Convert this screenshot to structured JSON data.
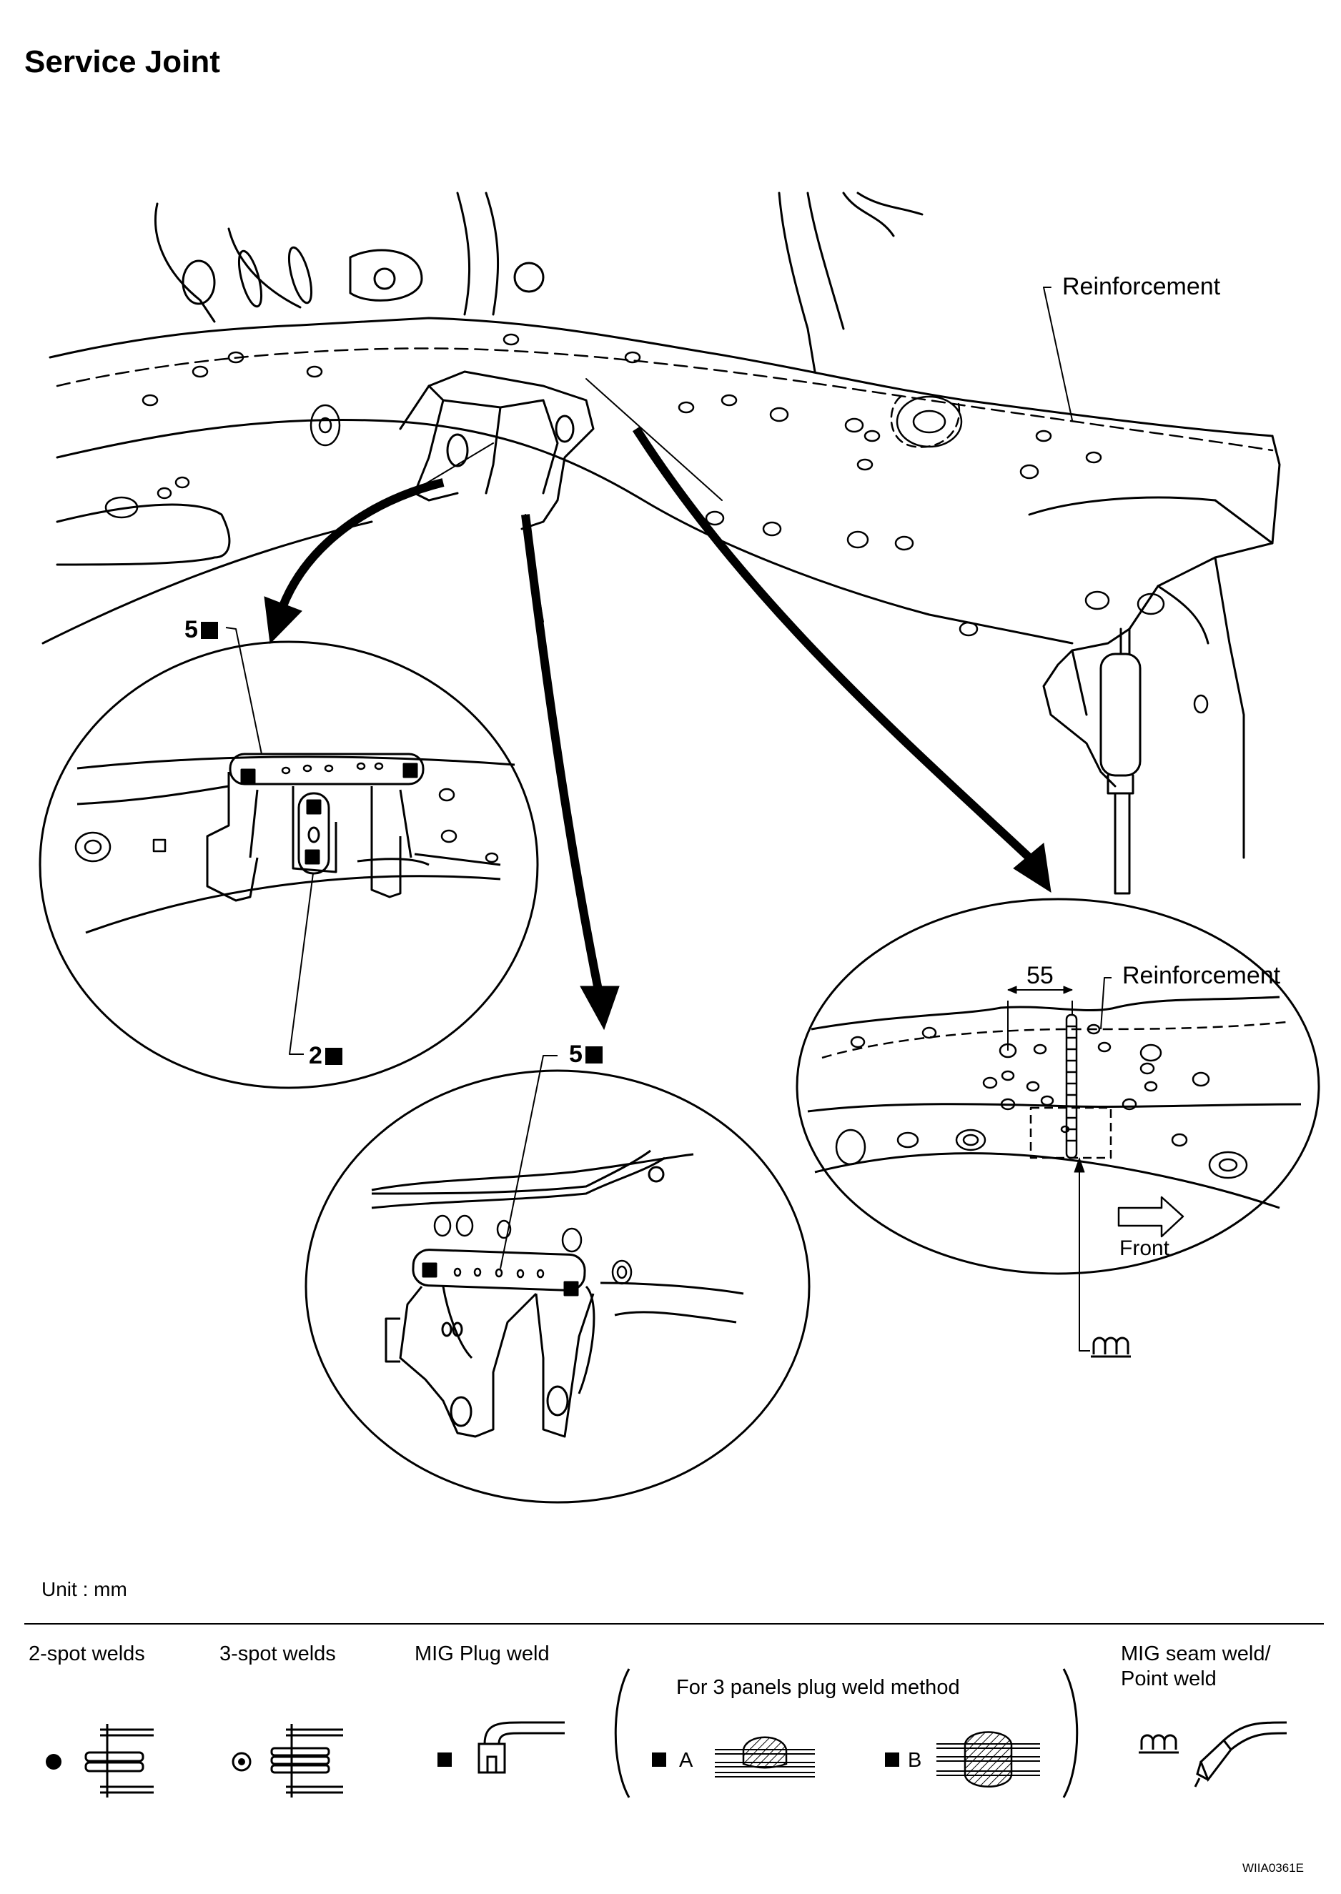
{
  "title": "Service Joint",
  "main_view": {
    "label_reinforcement": "Reinforcement"
  },
  "detail_left": {
    "callout_top": "5",
    "callout_bottom": "2"
  },
  "detail_middle": {
    "callout_top": "5"
  },
  "detail_right": {
    "dimension": "55",
    "label_reinforcement": "Reinforcement",
    "label_front": "Front"
  },
  "unit_label": "Unit : mm",
  "legend": {
    "two_spot": "2-spot welds",
    "three_spot": "3-spot welds",
    "mig_plug": "MIG Plug weld",
    "three_panels": "For 3 panels plug weld method",
    "method_a": "A",
    "method_b": "B",
    "mig_seam": "MIG seam weld/",
    "point_weld": "Point weld"
  },
  "figure_code": "WIIA0361E"
}
